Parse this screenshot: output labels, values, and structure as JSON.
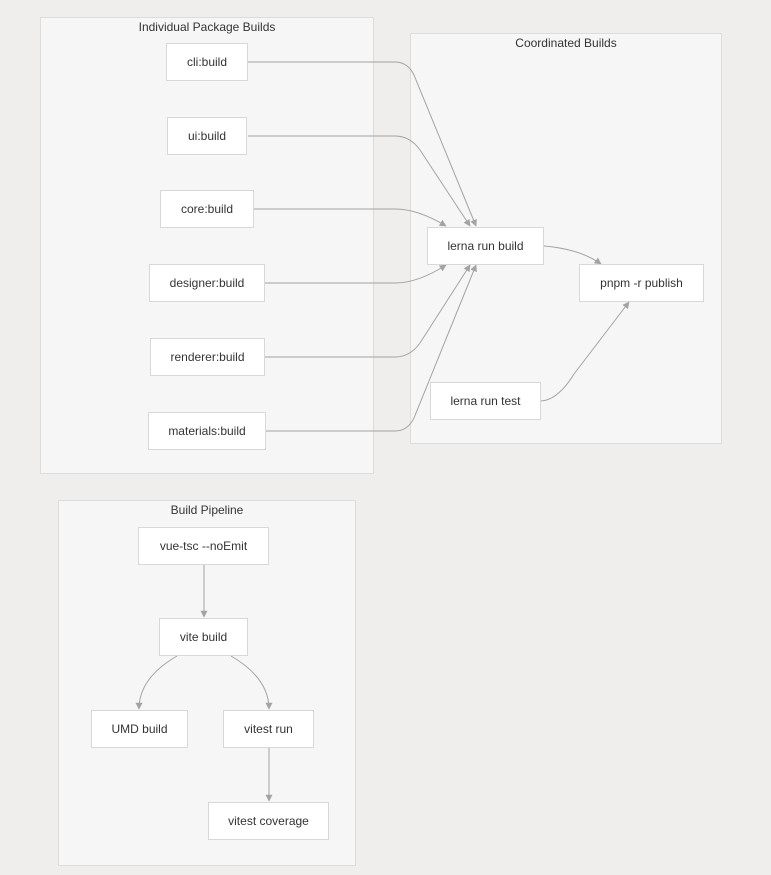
{
  "clusters": {
    "individual": "Individual Package Builds",
    "coordinated": "Coordinated Builds",
    "pipeline": "Build Pipeline"
  },
  "nodes": {
    "cli_build": "cli:build",
    "ui_build": "ui:build",
    "core_build": "core:build",
    "designer_build": "designer:build",
    "renderer_build": "renderer:build",
    "materials_build": "materials:build",
    "lerna_run_build": "lerna run build",
    "pnpm_publish": "pnpm -r publish",
    "lerna_run_test": "lerna run test",
    "vue_tsc": "vue-tsc --noEmit",
    "vite_build": "vite build",
    "umd_build": "UMD build",
    "vitest_run": "vitest run",
    "vitest_coverage": "vitest coverage"
  },
  "edges": [
    {
      "from": "cli:build",
      "to": "lerna run build"
    },
    {
      "from": "ui:build",
      "to": "lerna run build"
    },
    {
      "from": "core:build",
      "to": "lerna run build"
    },
    {
      "from": "designer:build",
      "to": "lerna run build"
    },
    {
      "from": "renderer:build",
      "to": "lerna run build"
    },
    {
      "from": "materials:build",
      "to": "lerna run build"
    },
    {
      "from": "lerna run build",
      "to": "pnpm -r publish"
    },
    {
      "from": "lerna run test",
      "to": "pnpm -r publish"
    },
    {
      "from": "vue-tsc --noEmit",
      "to": "vite build"
    },
    {
      "from": "vite build",
      "to": "UMD build"
    },
    {
      "from": "vite build",
      "to": "vitest run"
    },
    {
      "from": "vitest run",
      "to": "vitest coverage"
    }
  ],
  "colors": {
    "background": "#efeeed",
    "cluster_fill": "#f6f6f6",
    "node_fill": "#ffffff",
    "edge": "#a3a3a3"
  }
}
